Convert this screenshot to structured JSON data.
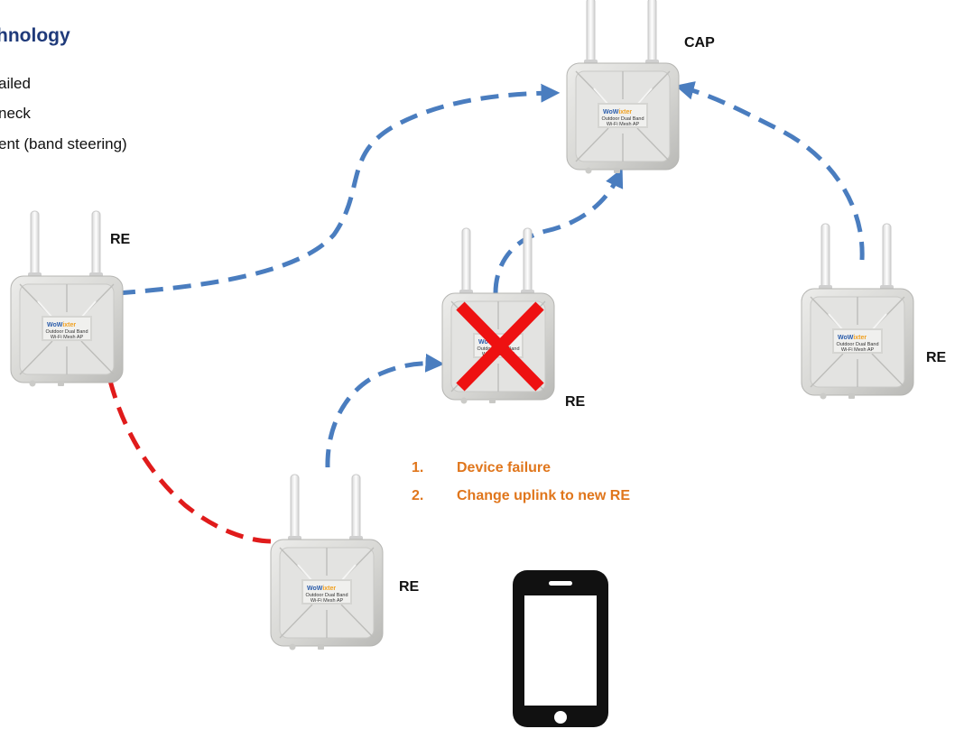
{
  "heading": {
    "title_fragment": "hnology",
    "bullets": [
      "ailed",
      "neck",
      "ent (band steering)"
    ]
  },
  "nodes": [
    {
      "id": "cap",
      "label": "CAP",
      "role": "controller"
    },
    {
      "id": "re-left",
      "label": "RE",
      "role": "extender"
    },
    {
      "id": "re-mid",
      "label": "RE",
      "role": "extender",
      "failed": true
    },
    {
      "id": "re-right",
      "label": "RE",
      "role": "extender"
    },
    {
      "id": "re-bottom",
      "label": "RE",
      "role": "extender"
    }
  ],
  "device": {
    "brand_part1": "Wo",
    "brand_part2": "W",
    "brand_part3": "ixter",
    "badge_line1": "Outdoor Dual Band",
    "badge_line2": "Wi-Fi Mesh AP"
  },
  "notes": [
    {
      "number": "1.",
      "text": "Device failure"
    },
    {
      "number": "2.",
      "text": "Change uplink to new RE"
    }
  ],
  "links": [
    {
      "from": "re-left",
      "to": "cap",
      "style": "uplink"
    },
    {
      "from": "re-mid",
      "to": "cap",
      "style": "uplink"
    },
    {
      "from": "re-right",
      "to": "cap",
      "style": "uplink"
    },
    {
      "from": "re-bottom",
      "to": "re-mid",
      "style": "uplink-old"
    },
    {
      "from": "re-left",
      "to": "re-bottom",
      "style": "new-uplink"
    }
  ],
  "colors": {
    "title": "#1f3a7a",
    "uplink": "#4a7dbf",
    "new_uplink": "#e01b1b",
    "failure_mark": "#ee1111",
    "note": "#e0761c",
    "device_body": "#d9d9d7",
    "phone": "#111111"
  },
  "icons": {
    "access_point": "access-point-icon",
    "failure": "failure-x-icon",
    "phone": "smartphone-icon"
  }
}
